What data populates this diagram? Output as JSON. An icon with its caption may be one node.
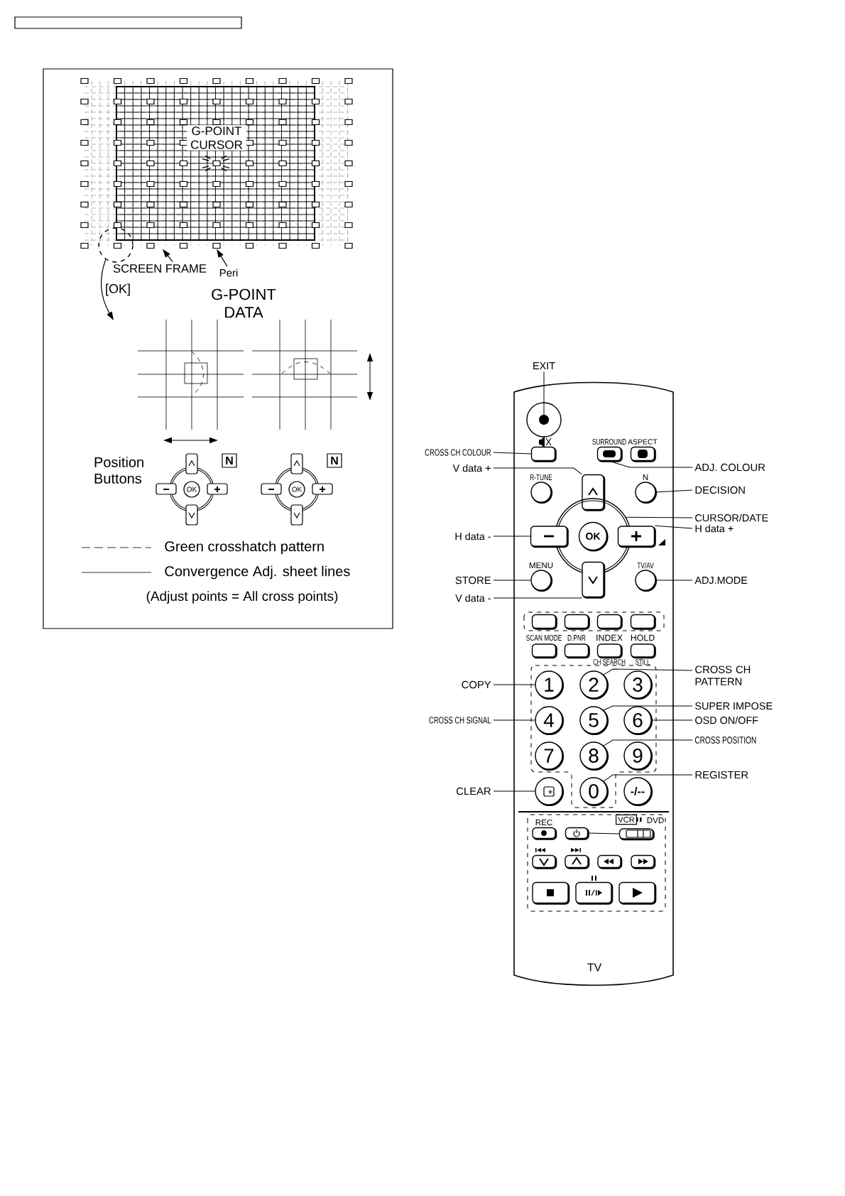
{
  "diagram": {
    "nodes": [
      {
        "text": [
          "SCREEN FRAME"
        ]
      },
      {
        "text": [
          "Peri"
        ]
      },
      {
        "text": [],
        "shape": "circle"
      },
      {
        "text": [
          "EXIT"
        ]
      },
      {
        "text": [],
        "shape": "circle"
      },
      {
        "text": [
          "CROSS CH COLOUR"
        ]
      },
      {
        "text": [],
        "shape": "box"
      },
      {
        "text": [
          "SURROUND"
        ]
      },
      {
        "text": [
          "ASPECT"
        ]
      },
      {
        "text": [
          "V data +"
        ]
      },
      {
        "text": [
          "ADJ. COLOUR"
        ]
      },
      {
        "text": [
          "R-TUNE"
        ]
      },
      {
        "text": [],
        "shape": "box"
      },
      {
        "text": [
          "N"
        ]
      },
      {
        "text": [
          "DECISION"
        ]
      },
      {
        "text": [],
        "shape": "circle"
      },
      {
        "text": [
          "CURSOR/DATE"
        ]
      },
      {
        "text": [
          "H data -"
        ]
      },
      {
        "text": [],
        "shape": "box"
      },
      {
        "text": [
          "OK"
        ],
        "in": 15
      },
      {
        "text": [],
        "shape": "box"
      },
      {
        "text": [
          "H data +"
        ]
      },
      {
        "text": [
          "MENU"
        ]
      },
      {
        "text": [
          "STORE"
        ]
      },
      {
        "text": [],
        "shape": "box"
      },
      {
        "text": [
          "TV/AV"
        ]
      },
      {
        "text": [
          "ADJ.MODE"
        ]
      },
      {
        "text": [
          "V data -"
        ]
      },
      {
        "text": [],
        "shape": "box"
      },
      {
        "text": [],
        "shape": "box"
      },
      {
        "text": [],
        "shape": "box"
      },
      {
        "text": [],
        "shape": "box"
      },
      {
        "text": [
          "SCAN MODE"
        ]
      },
      {
        "text": [
          "D.PNR"
        ]
      },
      {
        "text": [
          "INDEX"
        ],
        "beside": [
          "CH SEARCH"
        ]
      },
      {
        "text": [
          "HOLD"
        ],
        "beside": [
          "STILL"
        ]
      },
      {
        "text": [
          "CROSS CH PATTERN"
        ]
      },
      {
        "text": [
          "COPY"
        ]
      },
      {
        "text": [
          "1"
        ]
      },
      {
        "text": [
          "2"
        ]
      },
      {
        "text": [
          "3"
        ]
      },
      {
        "text": [
          "SUPER IMPOSE"
        ]
      },
      {
        "text": [
          "CROSS CH SIGNAL"
        ]
      },
      {
        "text": [
          "4"
        ]
      },
      {
        "text": [
          "5"
        ]
      },
      {
        "text": [
          "6"
        ]
      },
      {
        "text": [
          "OSD ON/OFF"
        ]
      },
      {
        "text": [
          "CROSS POSITION"
        ]
      },
      {
        "text": [
          "7"
        ]
      },
      {
        "text": [
          "8"
        ]
      },
      {
        "text": [
          "9"
        ]
      },
      {
        "text": [
          "REGISTER"
        ]
      },
      {
        "text": [
          "CLEAR"
        ]
      },
      {
        "text": [],
        "shape": "circle"
      },
      {
        "text": [
          "0"
        ]
      },
      {
        "text": [
          "-/--"
        ]
      },
      {
        "text": [
          "REC"
        ]
      },
      {
        "text": [],
        "shape": "box"
      },
      {
        "text": [
          "VCR",
          "DVD"
        ]
      },
      {
        "text": [],
        "shape": "box"
      },
      {
        "text": [],
        "shape": "box"
      },
      {
        "text": [],
        "shape": "box"
      },
      {
        "text": [],
        "shape": "box"
      },
      {
        "text": [],
        "shape": "box"
      },
      {
        "text": [],
        "shape": "box"
      },
      {
        "text": [],
        "shape": "box"
      },
      {
        "text": [],
        "shape": "box"
      }
    ],
    "edges": [
      {
        "from": 0,
        "to": 66,
        "arrow": "to"
      },
      {
        "from": 1,
        "to": 66,
        "arrow": "to"
      },
      {
        "from": 2,
        "to": null,
        "arrow": "to",
        "label": "[OK]"
      },
      {
        "from": 3,
        "to": 4,
        "arrow": "none"
      },
      {
        "from": 5,
        "to": 6,
        "arrow": "none"
      },
      {
        "from": 9,
        "to": 12,
        "arrow": "none"
      },
      {
        "from": 10,
        "to": 7,
        "arrow": "none"
      },
      {
        "from": 14,
        "to": 13,
        "arrow": "none"
      },
      {
        "from": 16,
        "to": 15,
        "arrow": "none"
      },
      {
        "from": 17,
        "to": 18,
        "arrow": "none"
      },
      {
        "from": 21,
        "to": 20,
        "arrow": "none"
      },
      {
        "from": 23,
        "to": 22,
        "arrow": "none"
      },
      {
        "from": 27,
        "to": 24,
        "arrow": "none"
      },
      {
        "from": 26,
        "to": 25,
        "arrow": "none"
      },
      {
        "from": 36,
        "to": 39,
        "arrow": "none"
      },
      {
        "from": 37,
        "to": 38,
        "arrow": "none"
      },
      {
        "from": 41,
        "to": 44,
        "arrow": "none"
      },
      {
        "from": 42,
        "to": 43,
        "arrow": "none"
      },
      {
        "from": 46,
        "to": 45,
        "arrow": "none"
      },
      {
        "from": 47,
        "to": 49,
        "arrow": "none"
      },
      {
        "from": 51,
        "to": 54,
        "arrow": "none"
      },
      {
        "from": 52,
        "to": 53,
        "arrow": "none"
      },
      {
        "from": 57,
        "to": 58,
        "arrow": "none"
      }
    ],
    "labels": [
      "G-POINT CURSOR",
      "G-POINT DATA",
      "Position Buttons",
      "N",
      "OK",
      "N",
      "OK",
      "(Adjust points = All cross points)",
      "TV"
    ],
    "legend": [
      {
        "text": "Green crosshatch pattern"
      },
      {
        "text": "Convergence Adj. sheet lines"
      }
    ]
  }
}
